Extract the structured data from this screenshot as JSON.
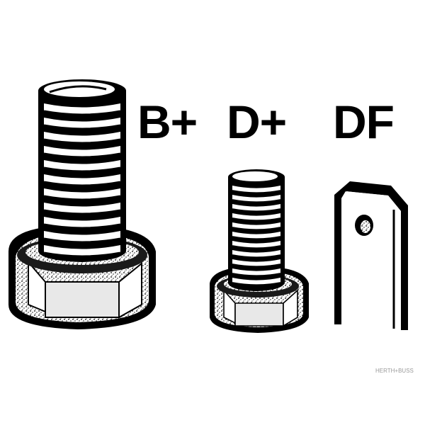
{
  "labels": {
    "b_plus": "B+",
    "d_plus": "D+",
    "df": "DF"
  },
  "watermark": "HERTH+BUSS",
  "icons": {
    "b_plus": "bolt-large-icon",
    "d_plus": "bolt-small-icon",
    "df": "flat-tab-terminal-icon"
  },
  "colors": {
    "ink": "#000000",
    "background": "#ffffff",
    "watermark": "#9a9a9a"
  }
}
